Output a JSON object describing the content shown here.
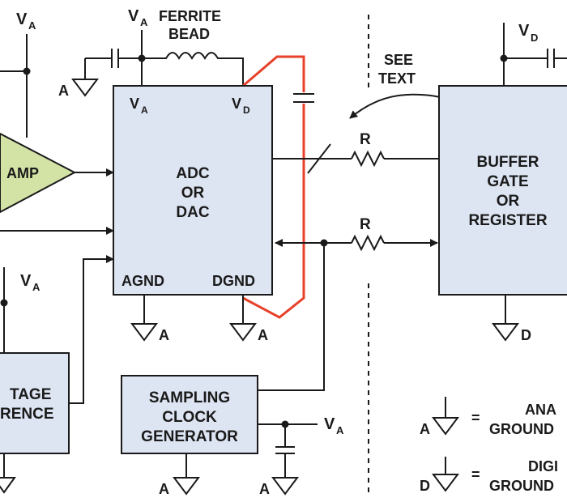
{
  "colors": {
    "block_fill": "#dde4f2",
    "amp_fill": "#d3e3a6",
    "line": "#1a1a1a",
    "highlight": "#e8402a"
  },
  "labels": {
    "va": "V",
    "va_sub": "A",
    "vd": "V",
    "vd_sub": "D",
    "ferrite_1": "FERRITE",
    "ferrite_2": "BEAD",
    "see_1": "SEE",
    "see_2": "TEXT",
    "amp": "AMP",
    "adc_1": "ADC",
    "adc_2": "OR",
    "adc_3": "DAC",
    "agnd": "AGND",
    "dgnd": "DGND",
    "buffer_1": "BUFFER",
    "buffer_2": "GATE",
    "buffer_3": "OR",
    "buffer_4": "REGISTER",
    "resistor": "R",
    "gnd_a": "A",
    "gnd_d": "D",
    "ref_1": "TAGE",
    "ref_2": "RENCE",
    "clock_1": "SAMPLING",
    "clock_2": "CLOCK",
    "clock_3": "GENERATOR",
    "legend_eq": "=",
    "legend_analog_1": "ANA",
    "legend_analog_2": "GROUND",
    "legend_digital_1": "DIGI",
    "legend_digital_2": "GROUND"
  }
}
